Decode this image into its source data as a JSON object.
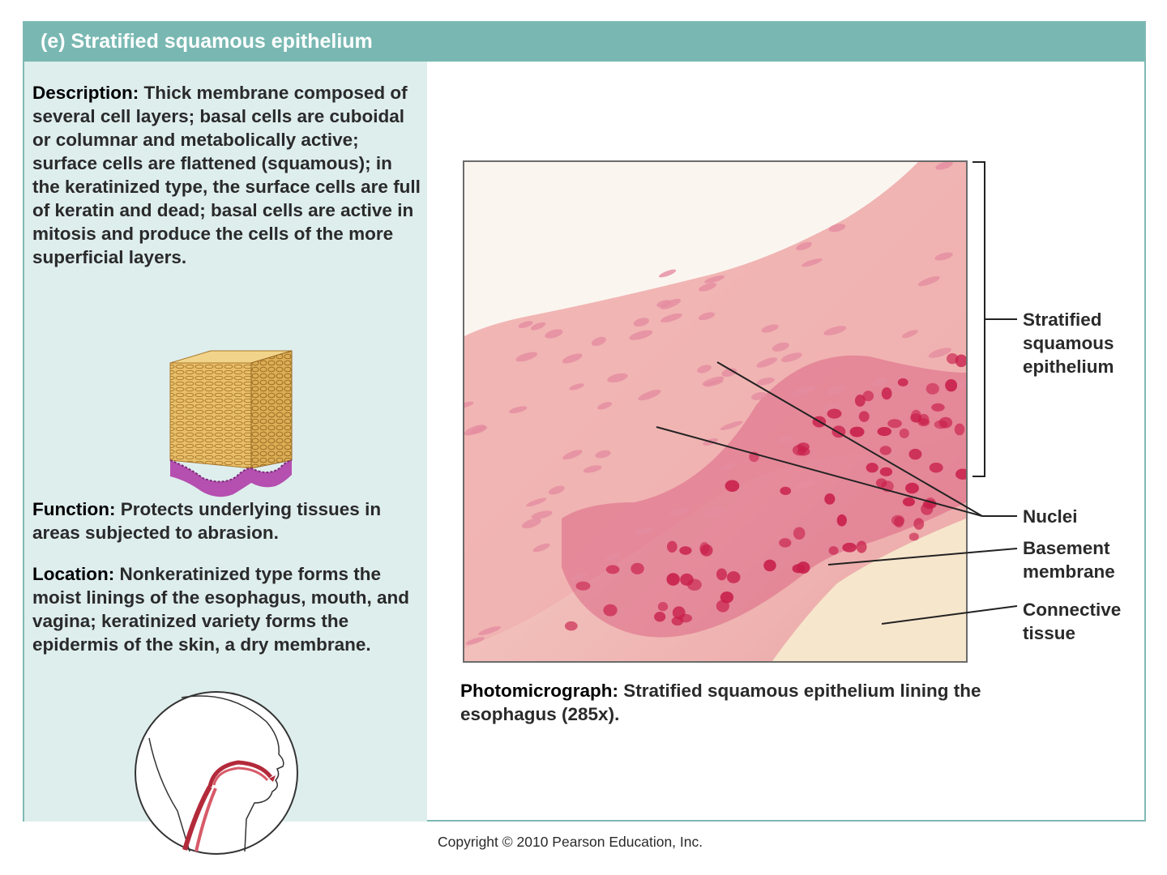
{
  "header": {
    "title": "(e)  Stratified squamous epithelium"
  },
  "description": {
    "label": "Description:",
    "text": " Thick membrane composed of several cell layers; basal cells are cuboidal or columnar and metabolically active; surface cells are flattened (squamous); in the keratinized type, the surface cells are full of keratin and dead; basal cells are active in mitosis and produce the cells of the more superficial layers."
  },
  "function": {
    "label": "Function:",
    "text": " Protects underlying tissues in areas subjected to abrasion."
  },
  "location": {
    "label": "Location:",
    "text": " Nonkeratinized type forms the moist linings of the esophagus, mouth, and vagina; keratinized variety forms the epidermis of the skin, a dry membrane."
  },
  "caption": {
    "label": "Photomicrograph:",
    "text": " Stratified squamous epithelium lining the esophagus (285x)."
  },
  "labels": {
    "stratified": "Stratified\nsquamous\nepithelium",
    "nuclei": "Nuclei",
    "basement": "Basement\nmembrane",
    "connective": "Connective\ntissue"
  },
  "copyright": "Copyright © 2010 Pearson Education, Inc.",
  "colors": {
    "header": "#79b8b2",
    "panel": "#deeeed",
    "stain_pink": "#e58ca0",
    "nucleus": "#c81e4a"
  }
}
